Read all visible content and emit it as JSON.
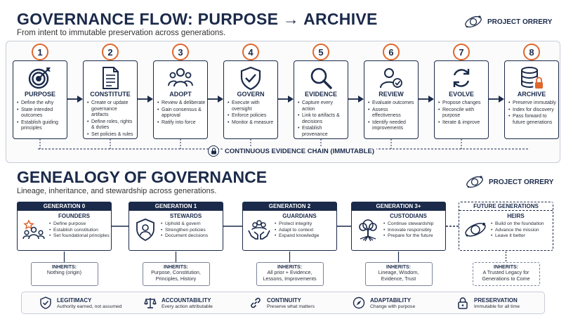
{
  "header": {
    "title": "GOVERNANCE FLOW: PURPOSE → ARCHIVE",
    "subtitle": "From intent to immutable preservation across generations.",
    "logo_text": "PROJECT ORRERY"
  },
  "steps": [
    {
      "num": "1",
      "title": "PURPOSE",
      "icon": "target-icon",
      "items": [
        "Define the why",
        "State intended outcomes",
        "Establish guiding principles"
      ]
    },
    {
      "num": "2",
      "title": "CONSTITUTE",
      "icon": "document-icon",
      "items": [
        "Create or update governance artifacts",
        "Define roles, rights & duties",
        "Set policies & rules"
      ]
    },
    {
      "num": "3",
      "title": "ADOPT",
      "icon": "people-icon",
      "items": [
        "Review & deliberate",
        "Gain consensus & approval",
        "Ratify into force"
      ]
    },
    {
      "num": "4",
      "title": "GOVERN",
      "icon": "shield-check-icon",
      "items": [
        "Execute with oversight",
        "Enforce policies",
        "Monitor & measure"
      ]
    },
    {
      "num": "5",
      "title": "EVIDENCE",
      "icon": "magnifier-icon",
      "items": [
        "Capture every action",
        "Link to artifacts & decisions",
        "Establish provenance"
      ]
    },
    {
      "num": "6",
      "title": "REVIEW",
      "icon": "user-check-icon",
      "items": [
        "Evaluate outcomes",
        "Assess effectiveness",
        "Identify needed improvements"
      ]
    },
    {
      "num": "7",
      "title": "EVOLVE",
      "icon": "cycle-icon",
      "items": [
        "Propose changes",
        "Reconcile with purpose",
        "Iterate & improve"
      ]
    },
    {
      "num": "8",
      "title": "ARCHIVE",
      "icon": "database-lock-icon",
      "items": [
        "Preserve immutably",
        "Index for discovery",
        "Pass forward to future generations"
      ]
    }
  ],
  "chain_label": "CONTINUOUS EVIDENCE CHAIN (IMMUTABLE)",
  "genealogy": {
    "title": "GENEALOGY OF GOVERNANCE",
    "subtitle": "Lineage, inheritance, and stewardship across generations.",
    "logo_text": "PROJECT ORRERY"
  },
  "generations": [
    {
      "gen": "GENERATION 0",
      "role": "FOUNDERS",
      "icon": "founders-icon",
      "items": [
        "Define purpose",
        "Establish constitution",
        "Set foundational principles"
      ],
      "inherits_label": "INHERITS:",
      "inherits": [
        "Nothing (origin)"
      ]
    },
    {
      "gen": "GENERATION 1",
      "role": "STEWARDS",
      "icon": "shield-person-icon",
      "items": [
        "Uphold & govern",
        "Strengthen policies",
        "Document decisions"
      ],
      "inherits_label": "INHERITS:",
      "inherits": [
        "Purpose, Constitution,",
        "Principles, History"
      ]
    },
    {
      "gen": "GENERATION 2",
      "role": "GUARDIANS",
      "icon": "hands-people-icon",
      "items": [
        "Protect integrity",
        "Adapt to context",
        "Expand knowledge"
      ],
      "inherits_label": "INHERITS:",
      "inherits": [
        "All prior + Evidence,",
        "Lessons, Improvements"
      ]
    },
    {
      "gen": "GENERATION 3+",
      "role": "CUSTODIANS",
      "icon": "tree-icon",
      "items": [
        "Continue stewardship",
        "Innovate responsibly",
        "Prepare for the future"
      ],
      "inherits_label": "INHERITS:",
      "inherits": [
        "Lineage, Wisdom,",
        "Evidence, Trust"
      ]
    },
    {
      "gen": "FUTURE GENERATIONS",
      "role": "HEIRS",
      "icon": "orbit-icon",
      "items": [
        "Build on the foundation",
        "Advance the mission",
        "Leave it better"
      ],
      "inherits_label": "INHERITS:",
      "inherits": [
        "A Trusted Legacy for",
        "Generations to Come"
      ]
    }
  ],
  "values": [
    {
      "name": "LEGITIMACY",
      "desc": "Authority earned, not assumed",
      "icon": "shield-check-small-icon"
    },
    {
      "name": "ACCOUNTABILITY",
      "desc": "Every action attributable",
      "icon": "scales-icon"
    },
    {
      "name": "CONTINUITY",
      "desc": "Preserve what matters",
      "icon": "link-icon"
    },
    {
      "name": "ADAPTABILITY",
      "desc": "Change with purpose",
      "icon": "compass-icon"
    },
    {
      "name": "PRESERVATION",
      "desc": "Immutable for all time",
      "icon": "lock-icon"
    }
  ],
  "colors": {
    "navy": "#1b2a4a",
    "accent": "#e0662b"
  }
}
